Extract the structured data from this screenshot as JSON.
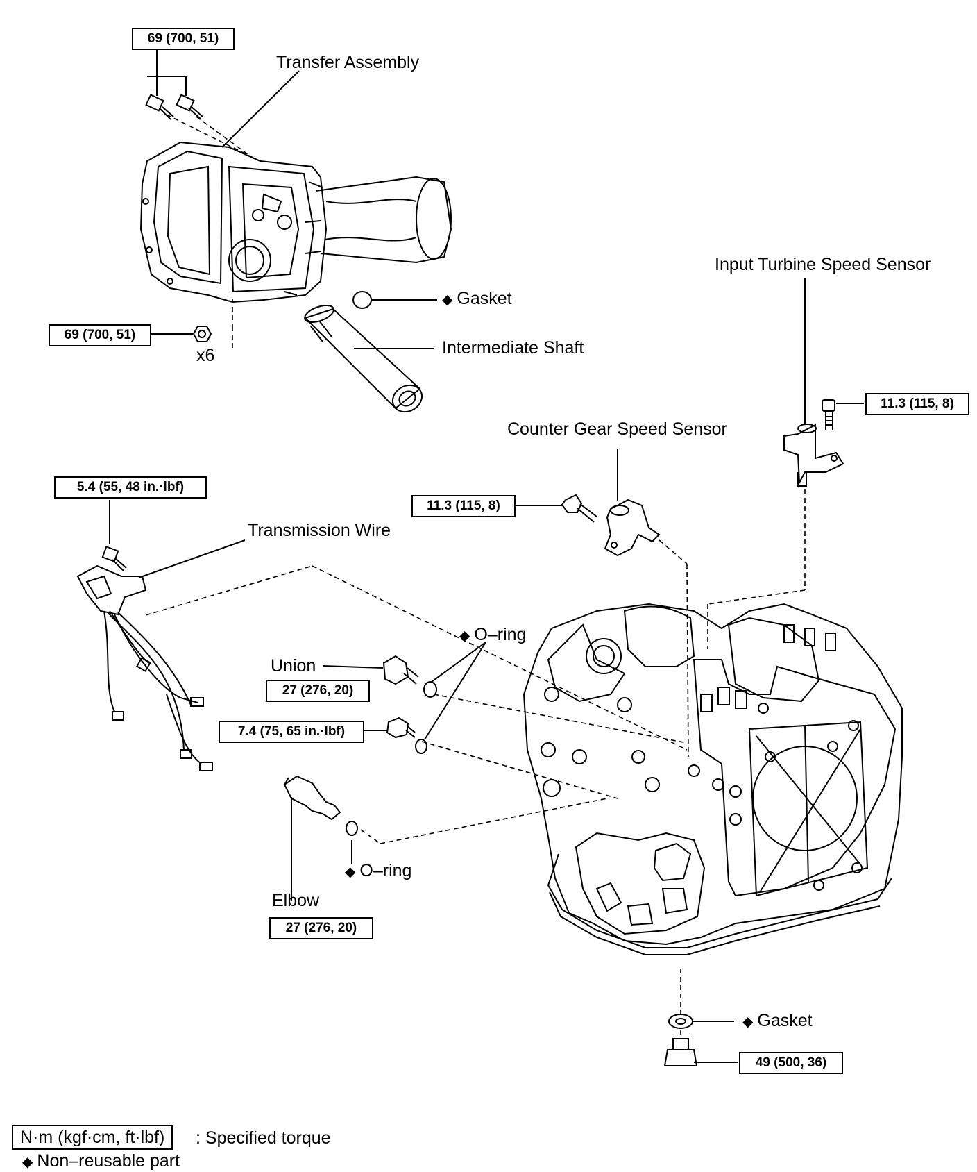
{
  "diagram": {
    "parts": {
      "transfer_assembly": "Transfer Assembly",
      "gasket_top": "Gasket",
      "intermediate_shaft": "Intermediate Shaft",
      "input_turbine_speed_sensor": "Input Turbine Speed Sensor",
      "counter_gear_speed_sensor": "Counter Gear Speed Sensor",
      "transmission_wire": "Transmission Wire",
      "oring_upper": "O–ring",
      "union": "Union",
      "oring_lower": "O–ring",
      "elbow": "Elbow",
      "gasket_bottom": "Gasket"
    },
    "quantity_x6": "x6",
    "torques": {
      "transfer_top_bolts": "69 (700, 51)",
      "transfer_nuts": "69 (700, 51)",
      "input_sensor_bolt": "11.3 (115, 8)",
      "counter_sensor_bolt": "11.3 (115, 8)",
      "wire_bolt": "5.4 (55, 48 in.·lbf)",
      "union": "27 (276, 20)",
      "plug_bolt": "7.4 (75, 65 in.·lbf)",
      "elbow": "27 (276, 20)",
      "drain_plug": "49 (500, 36)"
    },
    "diamond_symbol": "◆"
  },
  "legend": {
    "torque_unit": "N·m (kgf·cm, ft·lbf)",
    "torque_desc": ": Specified torque",
    "diamond": "◆",
    "nonreusable": "Non–reusable part"
  }
}
